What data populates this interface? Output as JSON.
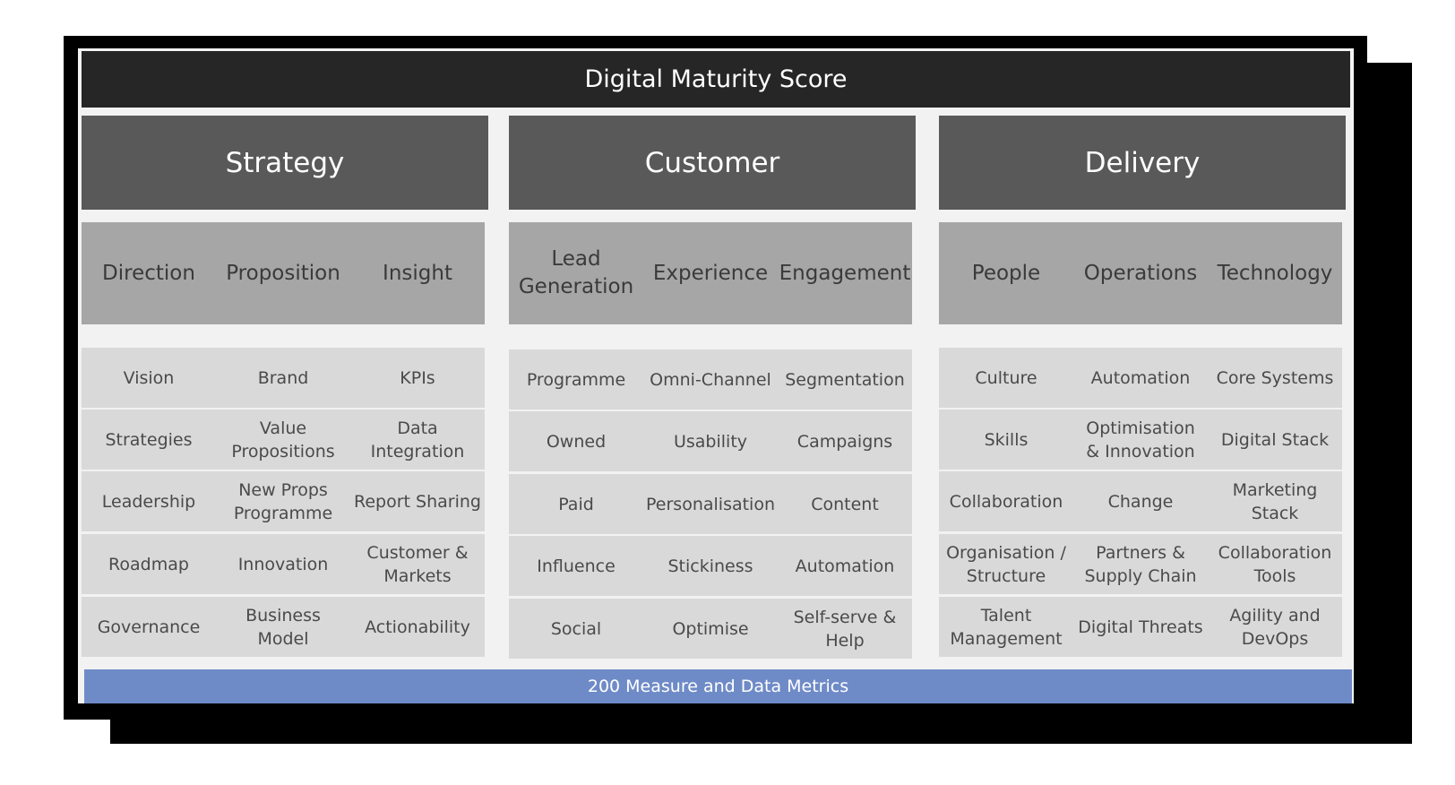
{
  "title": "Digital Maturity Score",
  "footer": "200 Measure and Data Metrics",
  "pillars": [
    {
      "name": "Strategy",
      "columns": [
        {
          "header": "Direction",
          "items": [
            "Vision",
            "Strategies",
            "Leadership",
            "Roadmap",
            "Governance"
          ]
        },
        {
          "header": "Proposition",
          "items": [
            "Brand",
            "Value Propositions",
            "New Props Programme",
            "Innovation",
            "Business Model"
          ]
        },
        {
          "header": "Insight",
          "items": [
            "KPIs",
            "Data Integration",
            "Report Sharing",
            "Customer & Markets",
            "Actionability"
          ]
        }
      ]
    },
    {
      "name": "Customer",
      "columns": [
        {
          "header": "Lead Generation",
          "items": [
            "Programme",
            "Owned",
            "Paid",
            "Influence",
            "Social"
          ]
        },
        {
          "header": "Experience",
          "items": [
            "Omni-Channel",
            "Usability",
            "Personalisation",
            "Stickiness",
            "Optimise"
          ]
        },
        {
          "header": "Engagement",
          "items": [
            "Segmentation",
            "Campaigns",
            "Content",
            "Automation",
            "Self-serve & Help"
          ]
        }
      ]
    },
    {
      "name": "Delivery",
      "columns": [
        {
          "header": "People",
          "items": [
            "Culture",
            "Skills",
            "Collaboration",
            "Organisation / Structure",
            "Talent Management"
          ]
        },
        {
          "header": "Operations",
          "items": [
            "Automation",
            "Optimisation & Innovation",
            "Change",
            "Partners & Supply Chain",
            "Digital Threats"
          ]
        },
        {
          "header": "Technology",
          "items": [
            "Core Systems",
            "Digital Stack",
            "Marketing Stack",
            "Collaboration Tools",
            "Agility and DevOps"
          ]
        }
      ]
    }
  ],
  "colors": {
    "title_bar": "#262626",
    "pillar": "#595959",
    "sub_header": "#a6a6a6",
    "tile": "#d9d9d9",
    "footer_bar": "#6f8bc7"
  }
}
